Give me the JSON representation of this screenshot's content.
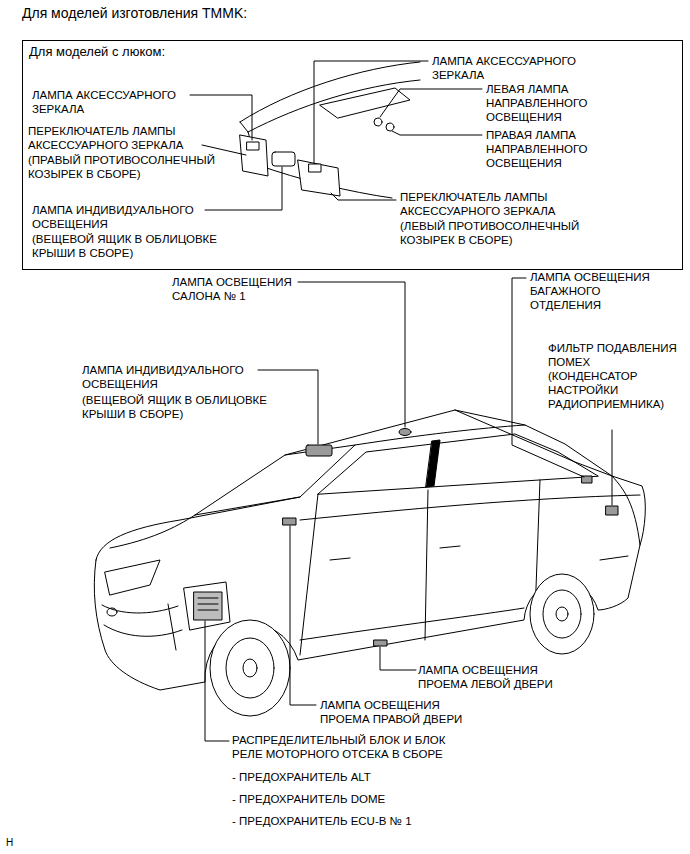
{
  "diagram": {
    "title": "Для моделей изготовления TMMK:",
    "nodes": [
      {
        "text": [
          "Для моделей с люком:"
        ]
      }
    ],
    "labels": [
      "ЛАМПА АКСЕССУАРНОГО ЗЕРКАЛА",
      "ПЕРЕКЛЮЧАТЕЛЬ ЛАМПЫ АКСЕССУАРНОГО ЗЕРКАЛА",
      "(ПРАВЫЙ ПРОТИВОСОЛНЕЧНЫЙ КОЗЫРЕК В СБОРЕ)",
      "ЛАМПА ИНДИВИДУАЛЬНОГО ОСВЕЩЕНИЯ",
      "(ВЕЩЕВОЙ ЯЩИК В ОБЛИЦОВКЕ КРЫШИ В СБОРЕ)",
      "ЛАМПА АКСЕССУАРНОГО ЗЕРКАЛА",
      "ЛЕВАЯ ЛАМПА НАПРАВЛЕННОГО ОСВЕЩЕНИЯ",
      "ПРАВАЯ ЛАМПА НАПРАВЛЕННОГО ОСВЕЩЕНИЯ",
      "ПЕРЕКЛЮЧАТЕЛЬ ЛАМПЫ АКСЕССУАРНОГО ЗЕРКАЛА",
      "(ЛЕВЫЙ ПРОТИВОСОЛНЕЧНЫЙ КОЗЫРЕК В СБОРЕ)",
      "ЛАМПА ОСВЕЩЕНИЯ САЛОНА № 1",
      "ЛАМПА ОСВЕЩЕНИЯ БАГАЖНОГО ОТДЕЛЕНИЯ",
      "ФИЛЬТР ПОДАВЛЕНИЯ ПОМЕХ (КОНДЕНСАТОР НАСТРОЙКИ РАДИОПРИЕМНИКА)",
      "ЛАМПА ИНДИВИДУАЛЬНОГО ОСВЕЩЕНИЯ",
      "(ВЕЩЕВОЙ ЯЩИК В ОБЛИЦОВКЕ КРЫШИ В СБОРЕ)",
      "ЛАМПА ОСВЕЩЕНИЯ ПРОЕМА ЛЕВОЙ ДВЕРИ",
      "ЛАМПА ОСВЕЩЕНИЯ ПРОЕМА ПРАВОЙ ДВЕРИ",
      "РАСПРЕДЕЛИТЕЛЬНЫЙ БЛОК И БЛОК РЕЛЕ МОТОРНОГО ОТСЕКА В СБОРЕ",
      "- ПРЕДОХРАНИТЕЛЬ ALT",
      "- ПРЕДОХРАНИТЕЛЬ DOME",
      "- ПРЕДОХРАНИТЕЛЬ ECU-B № 1",
      "H"
    ]
  }
}
